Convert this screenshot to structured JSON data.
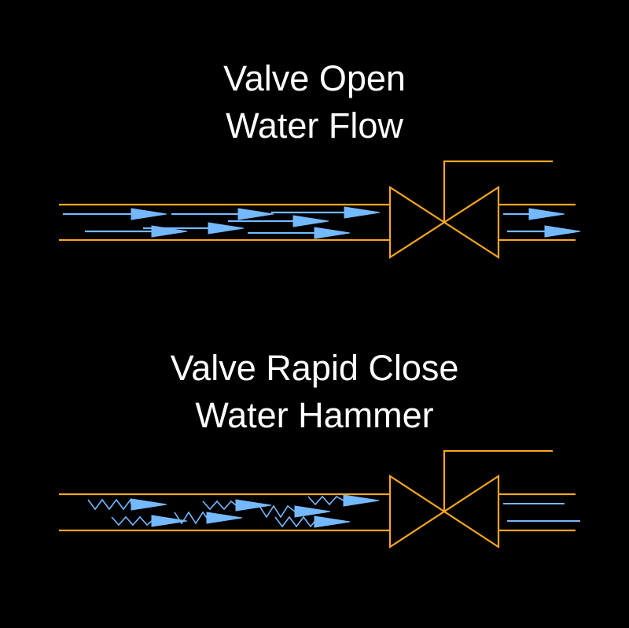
{
  "colors": {
    "background": "#000000",
    "pipe": "#f5a623",
    "flow": "#74b9ff",
    "text": "#ffffff"
  },
  "panels": [
    {
      "title_line1": "Valve Open",
      "title_line2": "Water Flow",
      "state": "open",
      "flow_style": "straight"
    },
    {
      "title_line1": "Valve Rapid Close",
      "title_line2": "Water Hammer",
      "state": "closed",
      "flow_style": "turbulent"
    }
  ],
  "icons": [
    "gate-valve-icon",
    "flow-arrow-icon",
    "pressure-wave-icon"
  ]
}
